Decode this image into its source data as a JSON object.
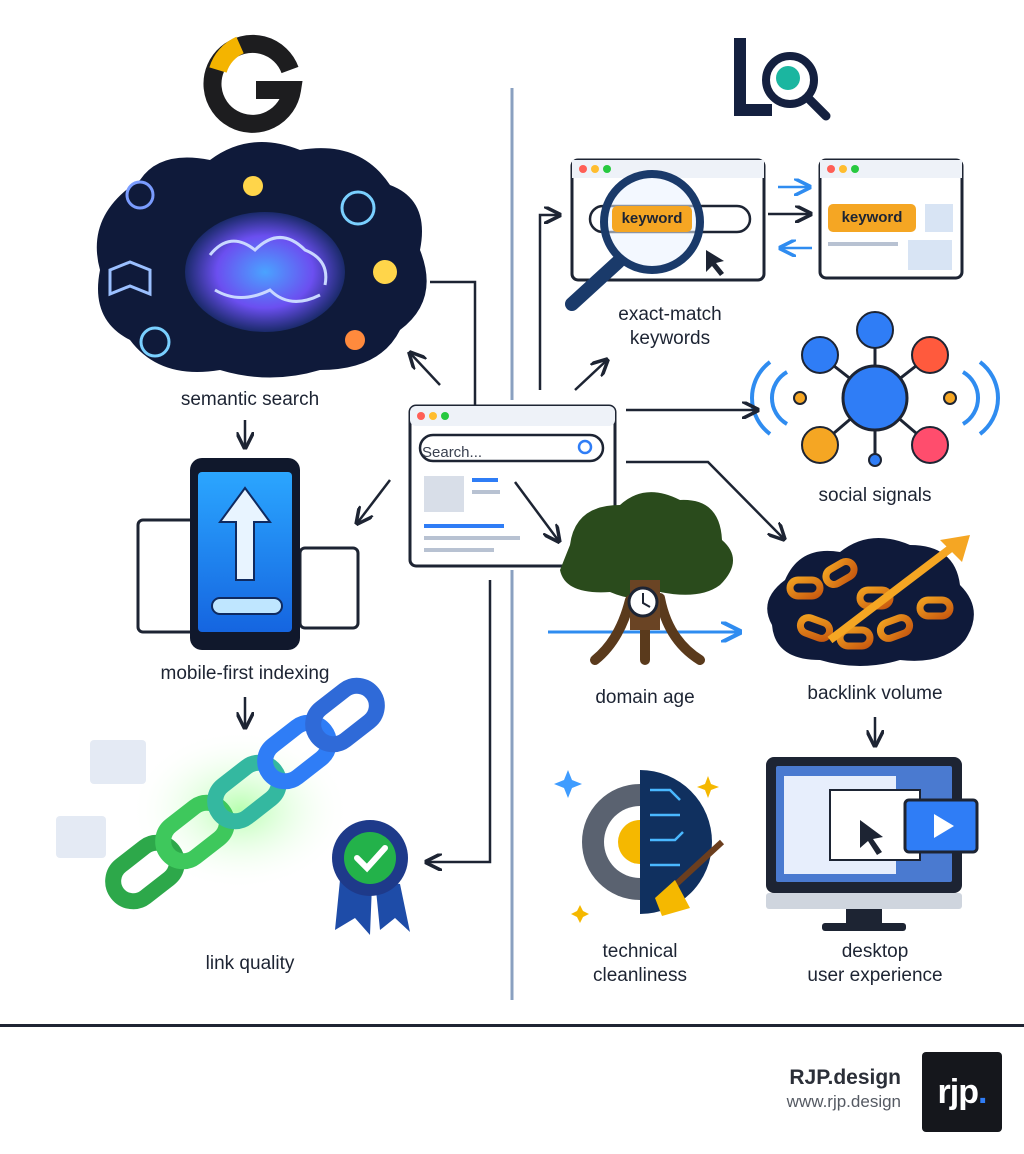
{
  "search_placeholder": "Search...",
  "keyword_badge": "keyword",
  "labels": {
    "semantic_search": "semantic search",
    "mobile_first": "mobile-first indexing",
    "link_quality": "link quality",
    "exact_match": "exact-match\nkeywords",
    "social_signals": "social signals",
    "domain_age": "domain age",
    "backlink_volume": "backlink volume",
    "technical_cleanliness": "technical\ncleanliness",
    "desktop_ux": "desktop\nuser experience"
  },
  "footer": {
    "brand_name": "RJP.design",
    "brand_url": "www.rjp.design",
    "logo_text": "rjp",
    "logo_dot": "."
  },
  "colors": {
    "ink": "#1d2433",
    "blue": "#2f7df6",
    "orange": "#f5a623",
    "green": "#37c85a",
    "dark_navy": "#0f1a3a",
    "brain_purple": "#7a4cf0"
  },
  "icons": [
    "google-g-icon",
    "search-logo-icon",
    "brain-icon",
    "phone-icon",
    "chain-link-icon",
    "badge-check-icon",
    "magnifier-icon",
    "social-hub-icon",
    "tree-icon",
    "chain-cloud-icon",
    "gear-circuit-icon",
    "desktop-monitor-icon"
  ]
}
